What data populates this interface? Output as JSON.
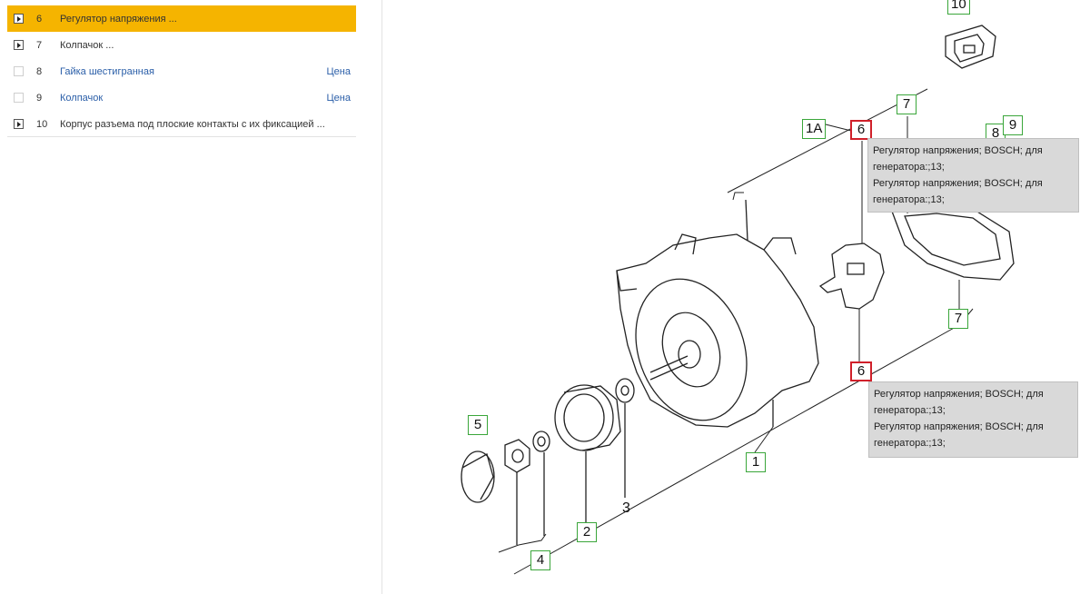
{
  "parts": [
    {
      "num": "6",
      "name": "Регулятор напряжения ...",
      "expandable": true,
      "link": false,
      "price": "",
      "selected": true
    },
    {
      "num": "7",
      "name": "Колпачок ...",
      "expandable": true,
      "link": false,
      "price": "",
      "selected": false
    },
    {
      "num": "8",
      "name": "Гайка шестигранная",
      "expandable": false,
      "link": true,
      "price": "Цена",
      "selected": false
    },
    {
      "num": "9",
      "name": "Колпачок",
      "expandable": false,
      "link": true,
      "price": "Цена",
      "selected": false
    },
    {
      "num": "10",
      "name": "Корпус разъема под плоские контакты с их фиксацией ...",
      "expandable": true,
      "link": false,
      "price": "",
      "selected": false
    }
  ],
  "diagram": {
    "callouts": {
      "c10": "10",
      "c1a": "1A",
      "c6top": "6",
      "c7top": "7",
      "c8": "8",
      "c9": "9",
      "c7bot": "7",
      "c6bot": "6",
      "c5": "5",
      "c1": "1",
      "c2": "2",
      "c4": "4"
    },
    "label3": "3",
    "tooltip_top": [
      "Регулятор напряжения; BOSCH; для генератора:;13;",
      "Регулятор напряжения; BOSCH; для генератора:;13;"
    ],
    "tooltip_bottom": [
      "Регулятор напряжения; BOSCH; для генератора:;13;",
      "Регулятор напряжения; BOSCH; для генератора:;13;"
    ]
  },
  "colors": {
    "selected_row": "#f5b400",
    "link": "#2a5ea8",
    "callout_border": "#3aa63a",
    "callout_highlight": "#d0202a",
    "tooltip_bg": "#d9d9d9"
  }
}
